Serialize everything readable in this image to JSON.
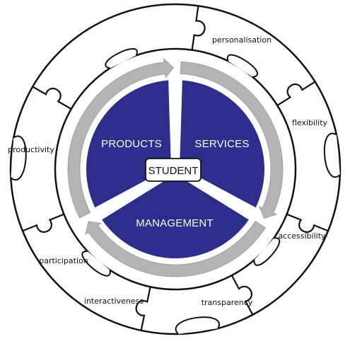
{
  "colors": {
    "sector_fill": "#2d2d8c",
    "ring_arrow": "#b4b4b4",
    "puzzle_stroke": "#111111",
    "background": "#ffffff"
  },
  "sectors": [
    {
      "key": "products",
      "label": "PRODUCTS"
    },
    {
      "key": "services",
      "label": "SERVICES"
    },
    {
      "key": "management",
      "label": "MANAGEMENT"
    }
  ],
  "center": {
    "label": "STUDENT"
  },
  "outer_ring": [
    {
      "key": "personalisation",
      "label": "personalisation"
    },
    {
      "key": "flexibility",
      "label": "flexibility"
    },
    {
      "key": "accessibility",
      "label": "accessibility"
    },
    {
      "key": "transparency",
      "label": "transparency"
    },
    {
      "key": "interactiveness",
      "label": "interactiveness"
    },
    {
      "key": "participation",
      "label": "participation"
    },
    {
      "key": "productivity",
      "label": "productivity"
    }
  ]
}
